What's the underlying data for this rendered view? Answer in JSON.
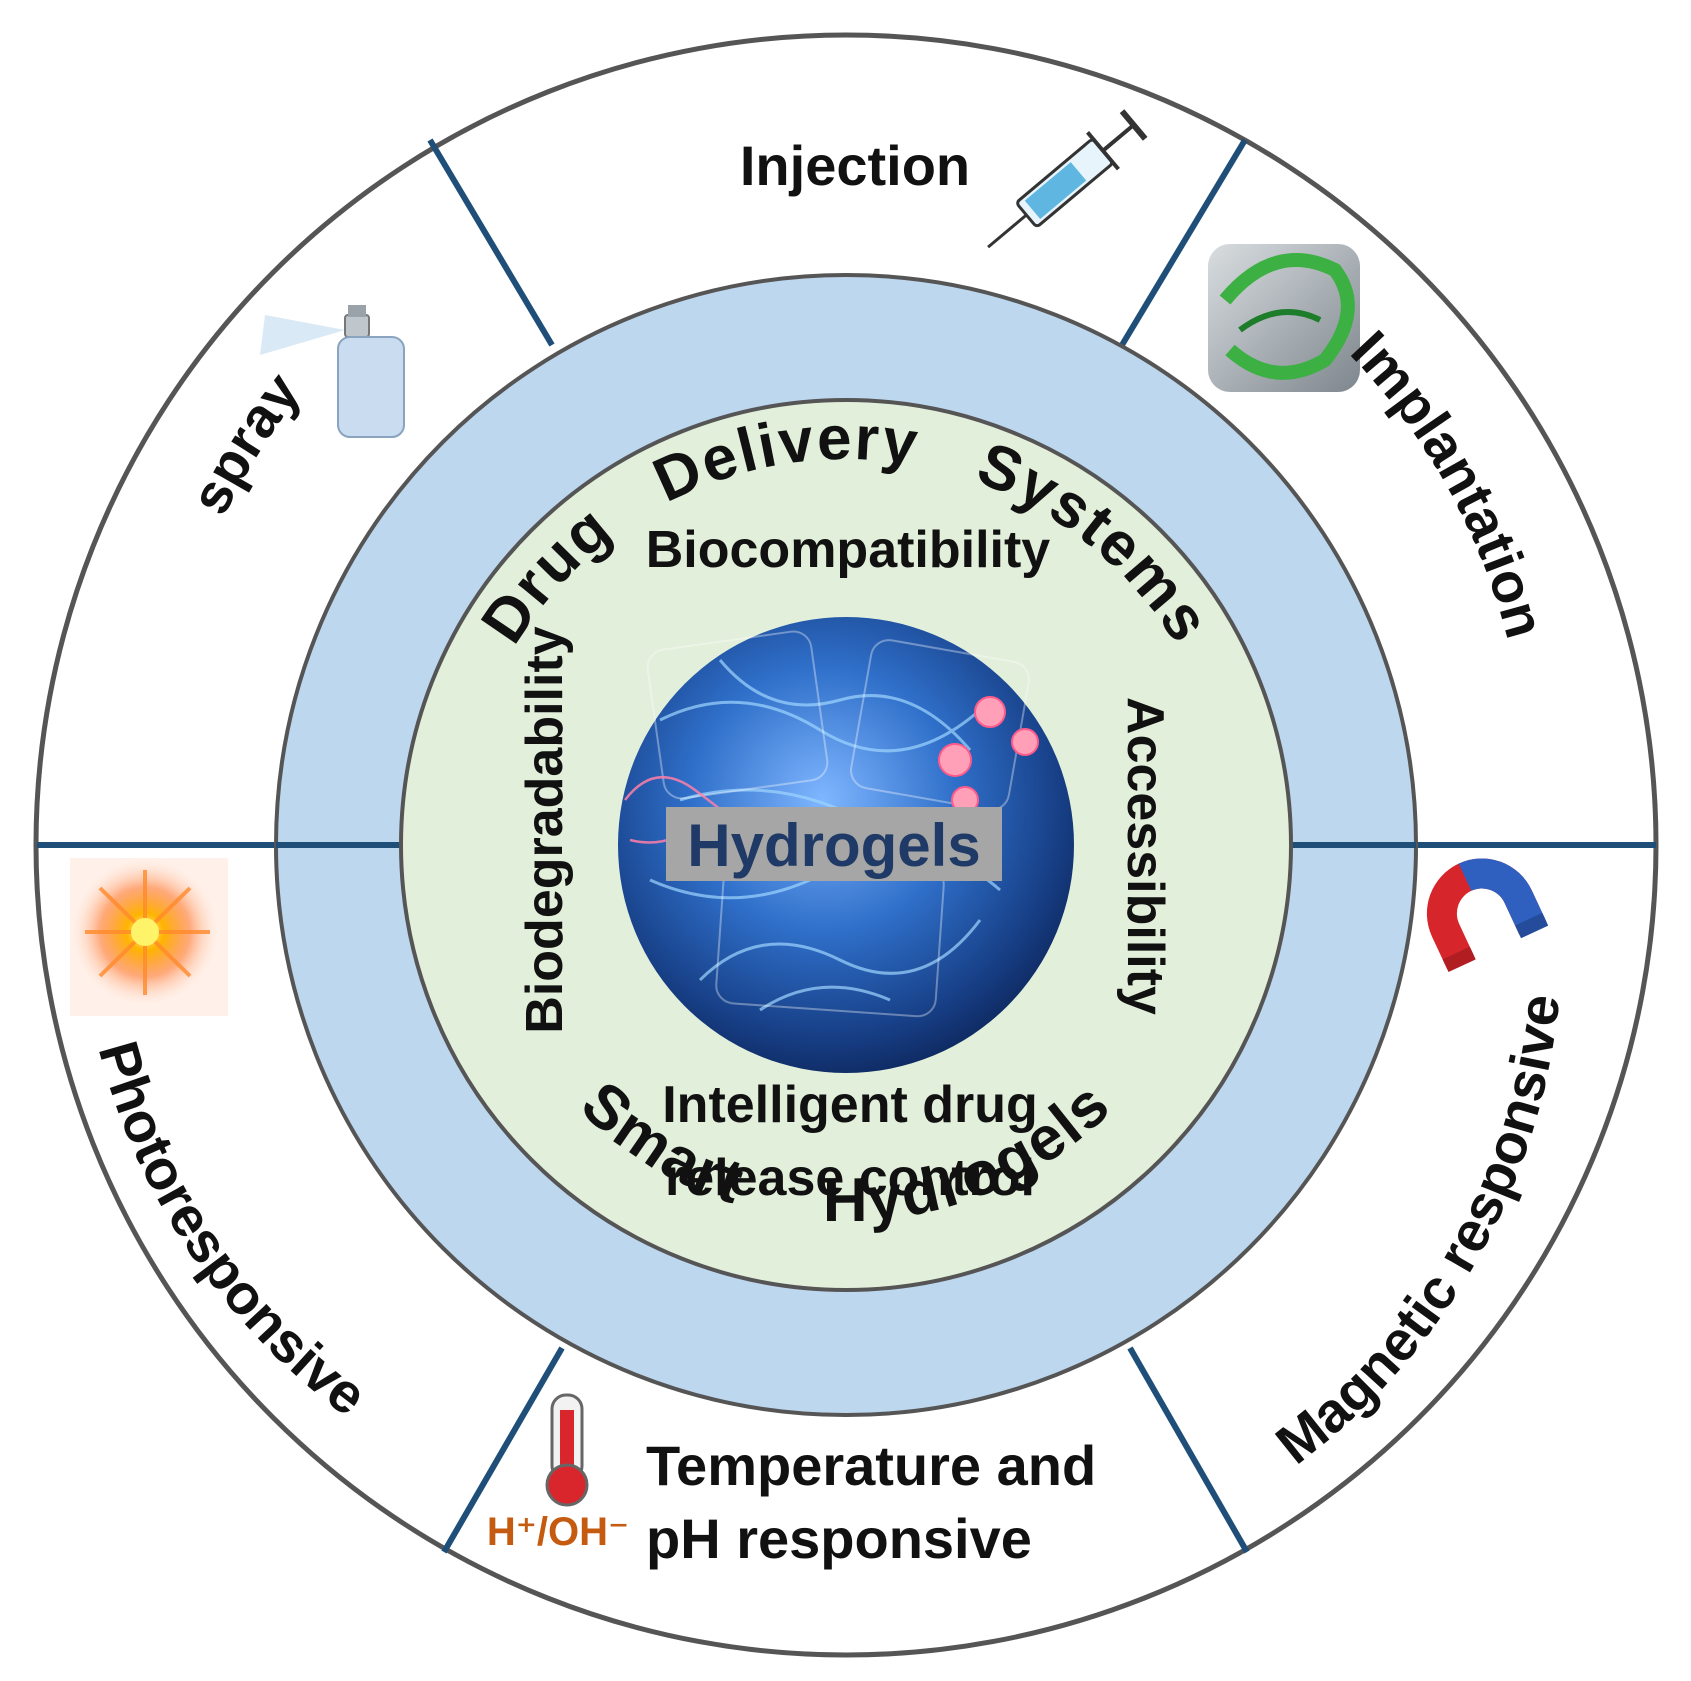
{
  "center": {
    "label": "Hydrogels"
  },
  "core_properties": {
    "top": "Biocompatibility",
    "left": "Biodegradability",
    "right": "Accessibility",
    "bottom_line1": "Intelligent drug",
    "bottom_line2": "release control"
  },
  "ring": {
    "top_words": [
      "Drug",
      "Delivery",
      "Systems"
    ],
    "bottom_words": [
      "Smart",
      "Hydrogels"
    ]
  },
  "delivery_methods": {
    "spray": "spray",
    "injection": "Injection",
    "implantation": "Implantation"
  },
  "smart_types": {
    "photo": "Photoresponsive",
    "temp_line1": "Temperature and",
    "temp_line2": "pH responsive",
    "ph_symbol": "H⁺/OH⁻",
    "magnetic": "Magnetic responsive"
  },
  "icons": [
    "syringe-icon",
    "spray-bottle-icon",
    "implant-icon",
    "light-burst-icon",
    "thermometer-icon",
    "magnet-icon"
  ],
  "colors": {
    "ring_fill": "#bdd7ee",
    "core_fill": "#e2efda",
    "divider": "#1f4e79",
    "outer_stroke": "#555555",
    "center_text": "#1f3a66",
    "ph_text": "#c55a11"
  }
}
